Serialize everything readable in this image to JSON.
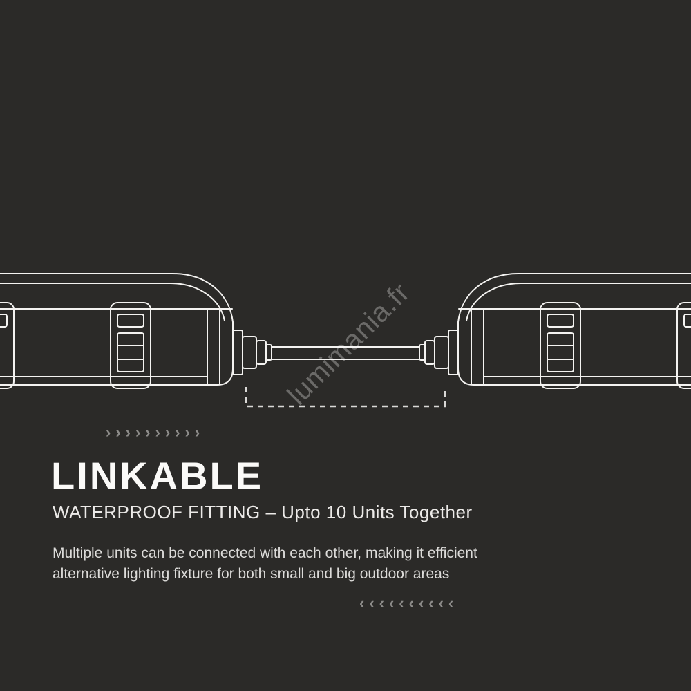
{
  "page": {
    "background_color": "#2b2a28",
    "title_color": "#fbfaf8",
    "body_text_color": "#dcdbd9"
  },
  "watermark": {
    "text": "lumimania.fr"
  },
  "decor": {
    "arrows_right": "››››››››››",
    "arrows_left": "‹‹‹‹‹‹‹‹‹‹"
  },
  "content": {
    "title": "LINKABLE",
    "subtitle": "WATERPROOF FITTING – Upto 10 Units Together",
    "body_line1": "Multiple units can be connected with each other, making it efficient",
    "body_line2": "alternative lighting fixture for both small and big outdoor areas"
  },
  "illustration": {
    "description": "two-waterproof-fittings-linked-by-cable",
    "stroke_color": "#f4f3f1",
    "dash_color": "#d9d8d6"
  }
}
